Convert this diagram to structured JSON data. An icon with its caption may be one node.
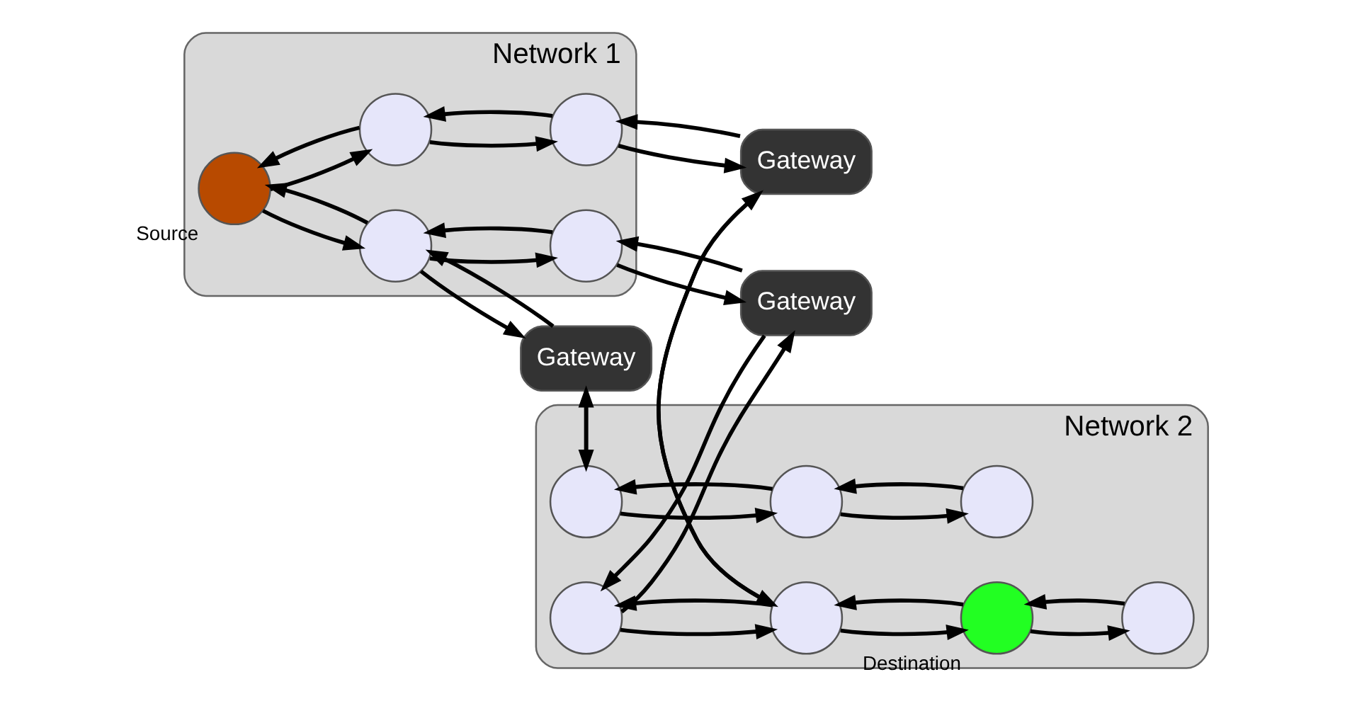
{
  "diagram": {
    "nodes": [
      {
        "text": [
          "Network 1"
        ]
      },
      {
        "text": [],
        "shape": "circle",
        "beside": [
          "Source"
        ],
        "in": 0
      },
      {
        "text": [],
        "shape": "circle",
        "in": 0
      },
      {
        "text": [],
        "shape": "circle",
        "in": 0
      },
      {
        "text": [],
        "shape": "circle",
        "in": 0
      },
      {
        "text": [],
        "shape": "circle",
        "in": 0
      },
      {
        "text": [
          "Network 2"
        ]
      },
      {
        "text": [],
        "shape": "circle",
        "in": 6
      },
      {
        "text": [],
        "shape": "circle",
        "in": 6
      },
      {
        "text": [],
        "shape": "circle",
        "in": 6
      },
      {
        "text": [],
        "shape": "circle",
        "in": 6
      },
      {
        "text": [],
        "shape": "circle",
        "beside": [
          "Destination"
        ],
        "in": 6
      },
      {
        "text": [],
        "shape": "circle",
        "in": 6
      },
      {
        "text": [],
        "shape": "circle",
        "in": 6
      },
      {
        "text": [
          "Gateway"
        ]
      },
      {
        "text": [
          "Gateway"
        ]
      },
      {
        "text": [
          "Gateway"
        ]
      }
    ],
    "edges": [
      {
        "from": 2,
        "to": 1,
        "arrow": "to"
      },
      {
        "from": 1,
        "to": 2,
        "arrow": "to"
      },
      {
        "from": 1,
        "to": 4,
        "arrow": "to"
      },
      {
        "from": 4,
        "to": 1,
        "arrow": "to"
      },
      {
        "from": 2,
        "to": 3,
        "arrow": "to"
      },
      {
        "from": 3,
        "to": 2,
        "arrow": "to"
      },
      {
        "from": 14,
        "to": 2,
        "arrow": "to"
      },
      {
        "from": 2,
        "to": 14,
        "arrow": "to"
      },
      {
        "from": 15,
        "to": 3,
        "arrow": "to"
      },
      {
        "from": 3,
        "to": 15,
        "arrow": "to"
      },
      {
        "from": 5,
        "to": 4,
        "arrow": "to"
      },
      {
        "from": 4,
        "to": 5,
        "arrow": "to"
      },
      {
        "from": 16,
        "to": 5,
        "arrow": "to"
      },
      {
        "from": 5,
        "to": 16,
        "arrow": "to"
      },
      {
        "from": 14,
        "to": 7,
        "arrow": "to"
      },
      {
        "from": 7,
        "to": 14,
        "arrow": "to"
      },
      {
        "from": 7,
        "to": 8,
        "arrow": "to"
      },
      {
        "from": 8,
        "to": 7,
        "arrow": "to"
      },
      {
        "from": 8,
        "to": 9,
        "arrow": "to"
      },
      {
        "from": 9,
        "to": 8,
        "arrow": "to"
      },
      {
        "from": 15,
        "to": 10,
        "arrow": "to"
      },
      {
        "from": 10,
        "to": 15,
        "arrow": "to"
      },
      {
        "from": 10,
        "to": 12,
        "arrow": "to"
      },
      {
        "from": 12,
        "to": 10,
        "arrow": "to"
      },
      {
        "from": 16,
        "to": 12,
        "arrow": "to"
      },
      {
        "from": 12,
        "to": 16,
        "arrow": "to"
      },
      {
        "from": 12,
        "to": 11,
        "arrow": "to"
      },
      {
        "from": 11,
        "to": 12,
        "arrow": "to"
      },
      {
        "from": 11,
        "to": 13,
        "arrow": "to"
      },
      {
        "from": 13,
        "to": 11,
        "arrow": "to"
      }
    ]
  }
}
